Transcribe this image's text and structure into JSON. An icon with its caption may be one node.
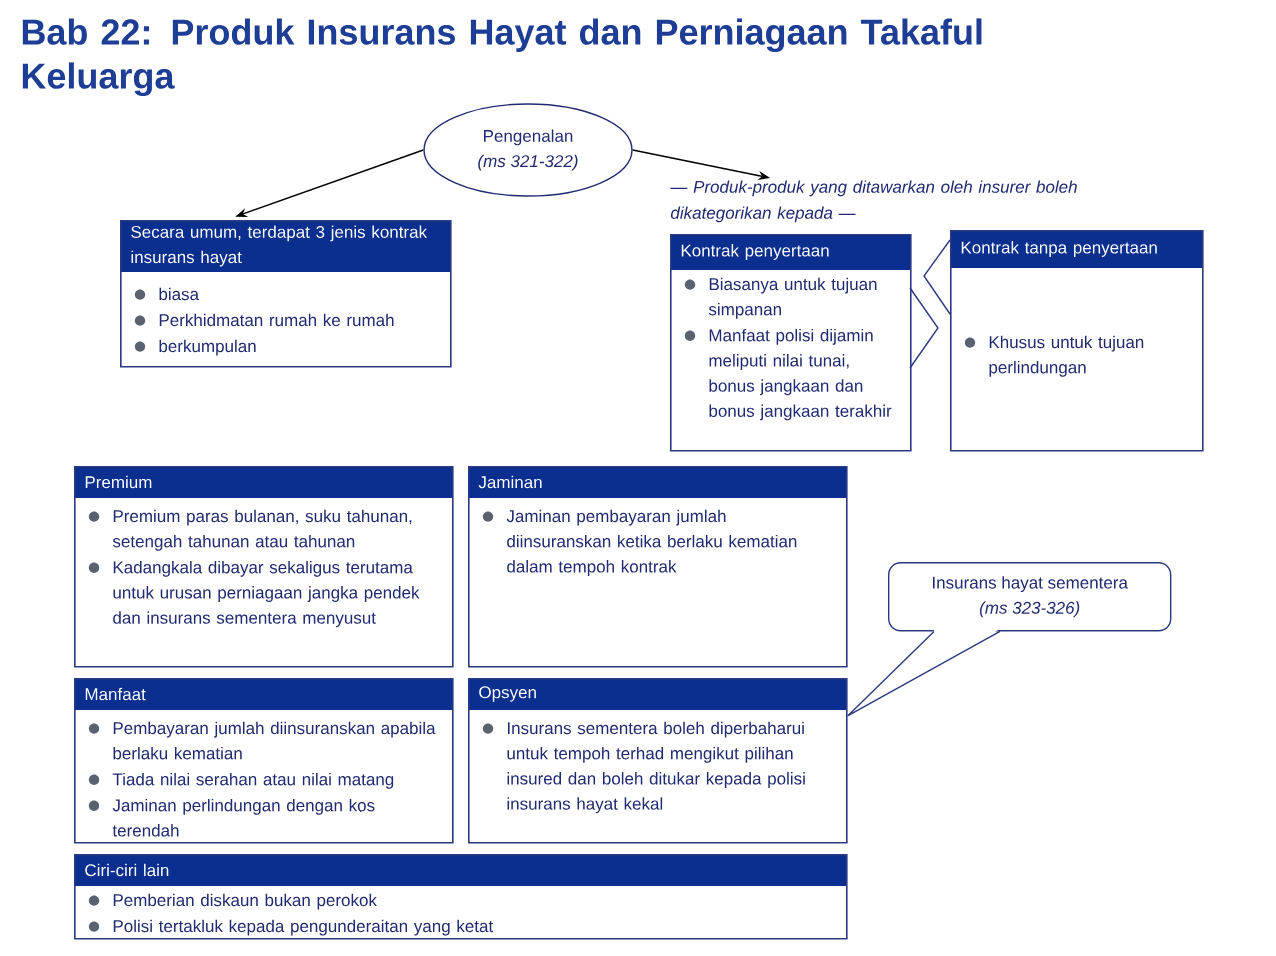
{
  "diagram": {
    "title": "Bab 22: Produk Insurans Hayat dan Perniagaan Takaful Keluarga",
    "nodes": [
      {
        "text": [
          "Pengenalan",
          "(ms 321-322)"
        ]
      },
      {
        "text": [
          "Secara umum, terdapat 3 jenis kontrak insurans hayat",
          "biasa",
          "Perkhidmatan rumah ke rumah",
          "berkumpulan"
        ]
      },
      {
        "text": [
          "— Produk-produk yang ditawarkan oleh insurer boleh dikategorikan kepada —"
        ]
      },
      {
        "text": [
          "Kontrak penyertaan",
          "Biasanya untuk tujuan simpanan",
          "Manfaat polisi dijamin meliputi nilai tunai, bonus jangkaan dan bonus jangkaan terakhir"
        ]
      },
      {
        "text": [
          "Kontrak tanpa penyertaan",
          "Khusus untuk tujuan perlindungan"
        ]
      },
      {
        "text": [
          "Premium",
          "Premium paras bulanan, suku tahunan, setengah tahunan atau tahunan",
          "Kadangkala dibayar sekaligus terutama untuk urusan perniagaan jangka pendek dan insurans sementera menyusut"
        ]
      },
      {
        "text": [
          "Jaminan",
          "Jaminan pembayaran jumlah diinsuranskan ketika berlaku kematian dalam tempoh kontrak"
        ]
      },
      {
        "text": [
          "Manfaat",
          "Pembayaran jumlah diinsuranskan apabila berlaku kematian",
          "Tiada nilai serahan atau nilai matang",
          "Jaminan perlindungan dengan kos terendah"
        ]
      },
      {
        "text": [
          "Opsyen",
          "Insurans sementera boleh diperbaharui untuk tempoh terhad mengikut pilihan insured dan boleh ditukar kepada polisi insurans hayat kekal"
        ]
      },
      {
        "text": [
          "Ciri-ciri lain",
          "Pemberian diskaun bukan perokok",
          "Polisi tertakluk kepada pengunderaitan yang ketat"
        ]
      },
      {
        "text": [
          "Insurans hayat sementera",
          "(ms 323-326)"
        ]
      }
    ],
    "edges": [
      {
        "from": 0,
        "to": 1,
        "arrow": "to"
      },
      {
        "from": 0,
        "to": 2,
        "arrow": "to"
      },
      {
        "from": 10,
        "to": 8,
        "arrow": "none",
        "color": "#2a3a80"
      }
    ]
  }
}
